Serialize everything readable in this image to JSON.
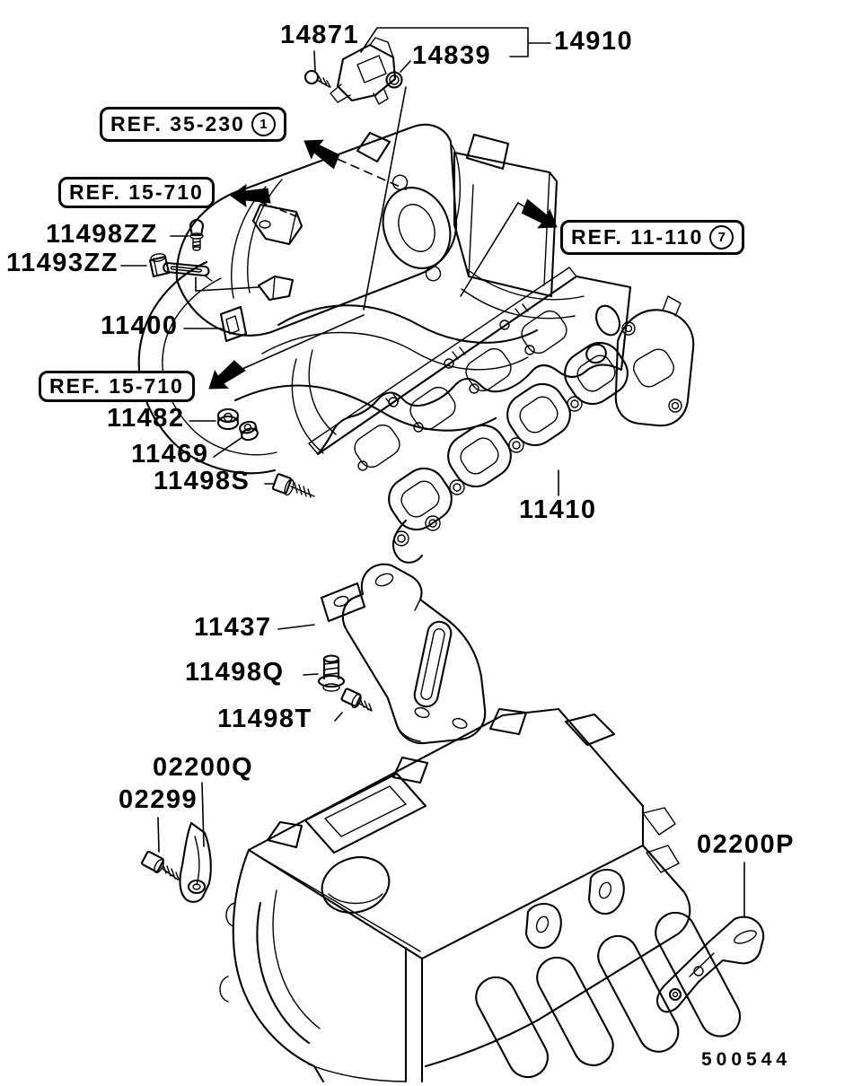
{
  "page": {
    "background": "#ffffff",
    "line_color": "#000000"
  },
  "callouts": {
    "p14871": "14871",
    "p14910": "14910",
    "p14839": "14839",
    "p11498zz": "11498ZZ",
    "p11493zz": "11493ZZ",
    "p11400": "11400",
    "p11482": "11482",
    "p11469": "11469",
    "p11498s": "11498S",
    "p11410": "11410",
    "p11437": "11437",
    "p11498q": "11498Q",
    "p11498t": "11498T",
    "p02200q": "02200Q",
    "p02299": "02299",
    "p02200p": "02200P"
  },
  "ref_boxes": {
    "ref_35_230": {
      "text": "REF. 35-230",
      "badge": "1"
    },
    "ref_15_710_upper": {
      "text": "REF. 15-710"
    },
    "ref_11_110": {
      "text": "REF. 11-110",
      "badge": "7"
    },
    "ref_15_710_lower": {
      "text": "REF. 15-710"
    }
  },
  "footer": {
    "drawing_number": "500544"
  }
}
